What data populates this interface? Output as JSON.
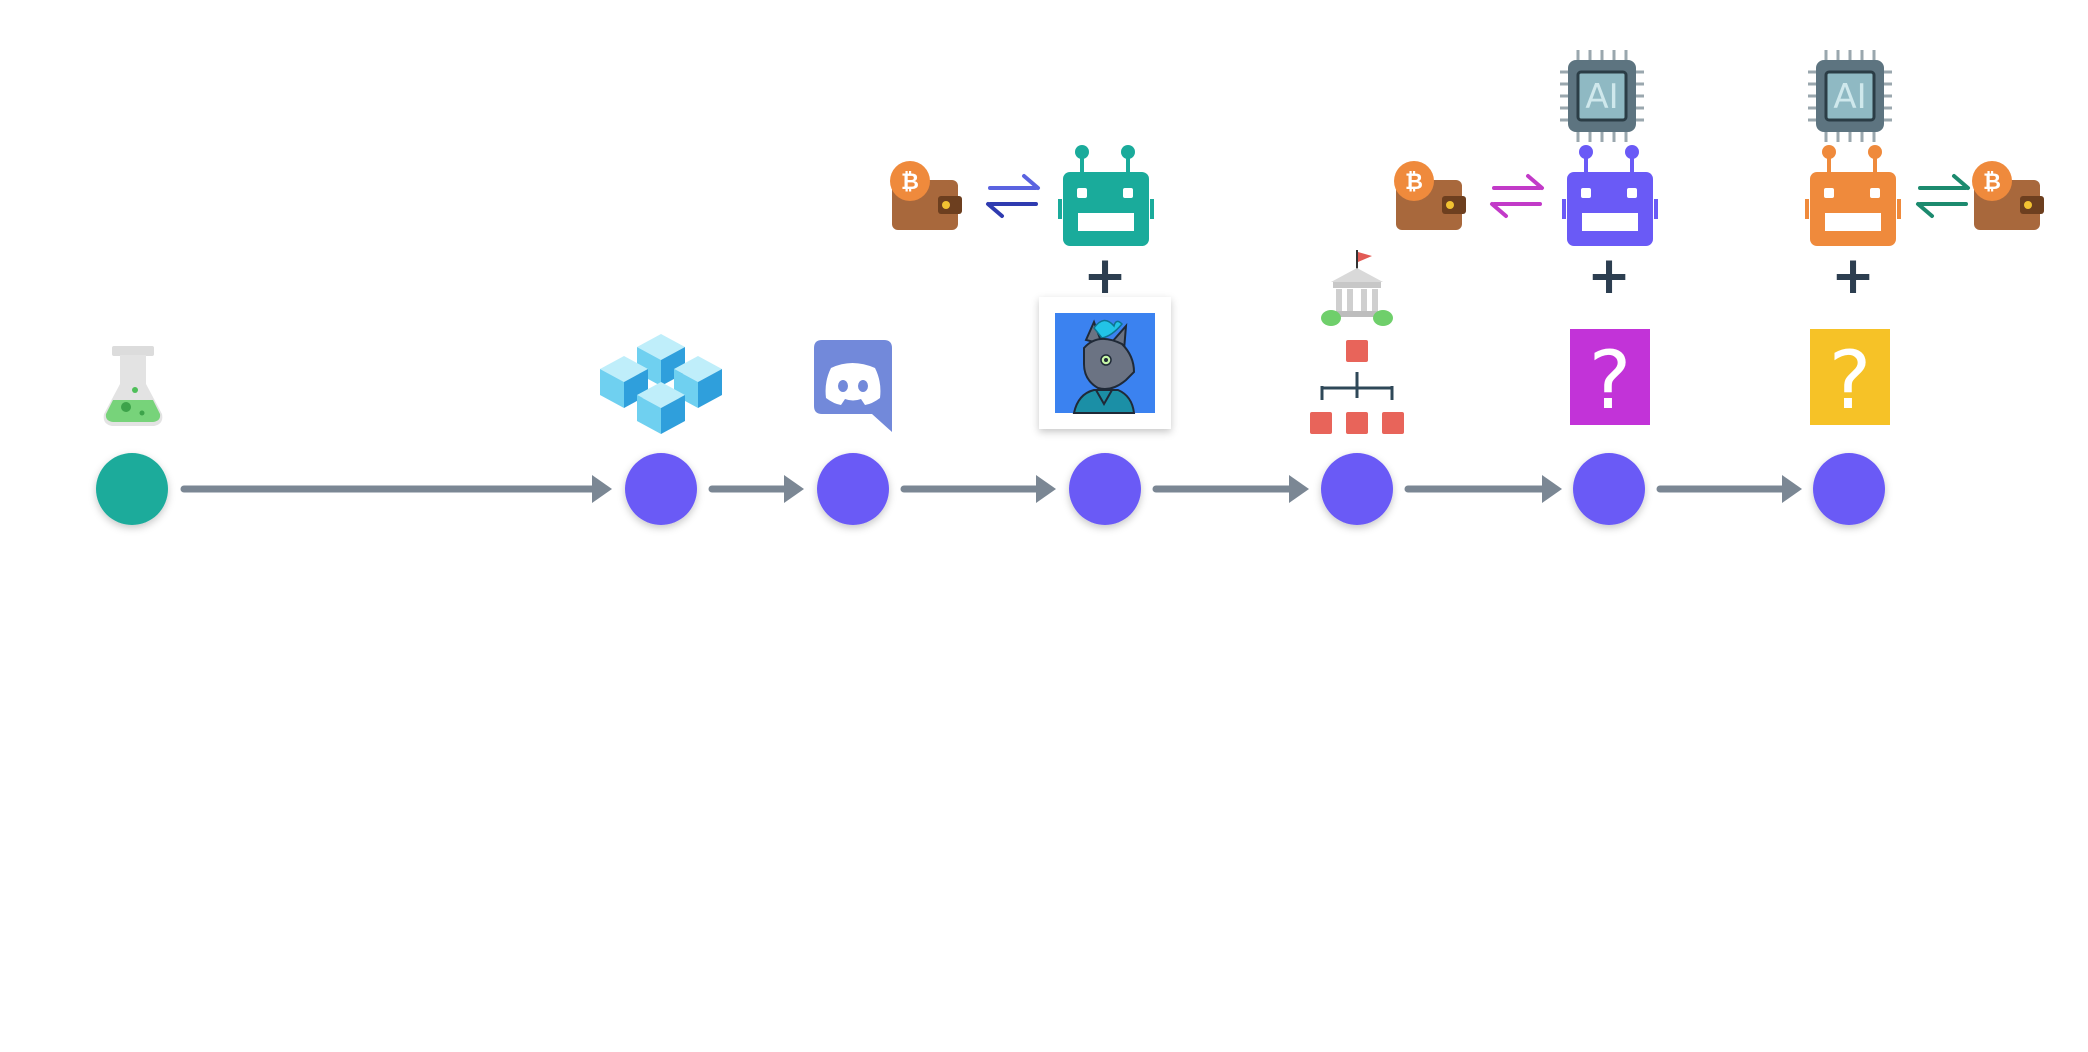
{
  "colors": {
    "start_node": "#1aab9b",
    "node": "#6a5af6",
    "arrow": "#7b8794",
    "robot_teal": "#1aab9b",
    "robot_purple": "#6a5af6",
    "robot_orange": "#ef8a3c",
    "swap_blue": "#5a63e0",
    "swap_magenta": "#c23ac8",
    "swap_teal": "#1c8a6e",
    "mystery_magenta": "#c233d8",
    "mystery_yellow": "#f6c227",
    "chip": "#5d7480",
    "wallet": "#a8683c",
    "bitcoin": "#ef8a3c"
  },
  "timeline": {
    "nodes": [
      {
        "id": "start",
        "icon": "flask-icon"
      },
      {
        "id": "step-2",
        "icon": "cubes-icon"
      },
      {
        "id": "step-3",
        "icon": "discord-icon"
      },
      {
        "id": "step-4",
        "icon": "nft-avatar-icon"
      },
      {
        "id": "step-5",
        "icon": "dao-org-icon"
      },
      {
        "id": "step-6",
        "icon": "mystery-box-icon"
      },
      {
        "id": "step-7",
        "icon": "mystery-box-icon"
      }
    ]
  },
  "labels": {
    "ai_chip_1": "AI",
    "ai_chip_2": "AI",
    "plus_1": "+",
    "plus_2": "+",
    "plus_3": "+",
    "question_1": "?",
    "question_2": "?",
    "bitcoin_1": "₿",
    "bitcoin_2": "₿",
    "bitcoin_3": "₿"
  }
}
